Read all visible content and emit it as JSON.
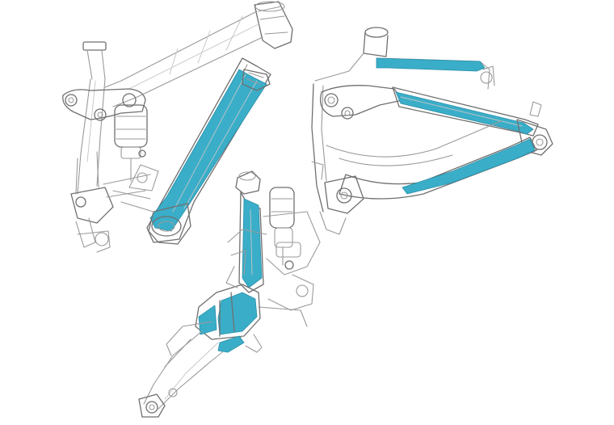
{
  "figure": {
    "views": [
      {
        "name": "front-triangle-side-view",
        "highlighted_part": "down-tube"
      },
      {
        "name": "rear-swingarm-view",
        "highlighted_part": "chainstay-and-seatstay"
      },
      {
        "name": "frame-underside-view",
        "highlighted_part": "seat-tube-and-bottom-bracket"
      }
    ]
  },
  "colors": {
    "background": "#ffffff",
    "line": "#9a9a9a",
    "line_dark": "#6f6f6f",
    "line_light": "#c4c4c4",
    "highlight": "#3aaec9"
  }
}
